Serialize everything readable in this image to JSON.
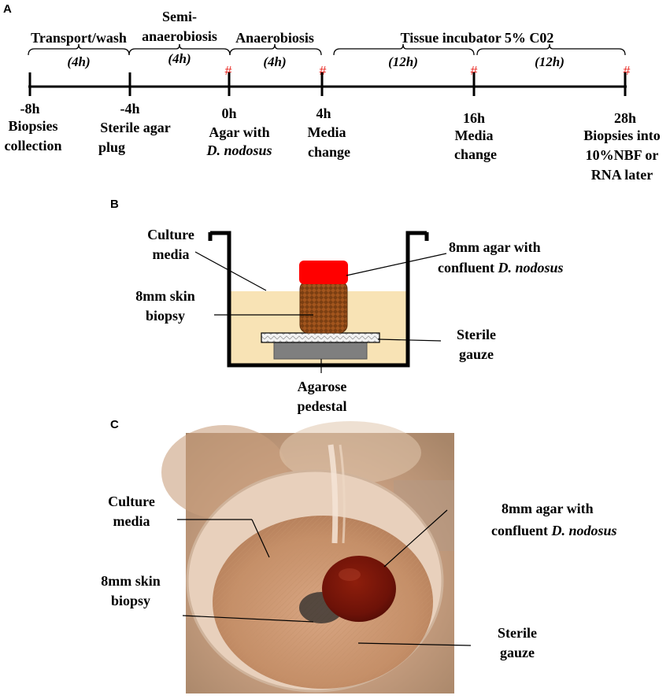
{
  "panels": {
    "a": "A",
    "b": "B",
    "c": "C"
  },
  "timeline": {
    "phases": [
      {
        "name": "Transport/wash",
        "duration": "(4h)"
      },
      {
        "name_line1": "Semi-",
        "name_line2": "anaerobiosis",
        "duration": "(4h)"
      },
      {
        "name": "Anaerobiosis",
        "duration": "(4h)"
      },
      {
        "name": "Tissue incubator 5% C02",
        "duration_1": "(12h)",
        "duration_2": "(12h)"
      }
    ],
    "marker_symbol": "#",
    "events": [
      {
        "time": "-8h",
        "line1": "Biopsies",
        "line2": "collection"
      },
      {
        "time": "-4h",
        "line1": "Sterile agar",
        "line2": "plug"
      },
      {
        "time": "0h",
        "line1": "Agar with",
        "line2_italic": "D. nodosus"
      },
      {
        "time": "4h",
        "line1": "Media",
        "line2": "change"
      },
      {
        "time": "16h",
        "line1": "Media",
        "line2": "change"
      },
      {
        "time": "28h",
        "line1": "Biopsies into",
        "line2": "10%NBF or",
        "line3": "RNA later"
      }
    ]
  },
  "diagram_b": {
    "culture_media": [
      "Culture",
      "media"
    ],
    "skin_biopsy": [
      "8mm skin",
      "biopsy"
    ],
    "agar_top": "8mm agar with",
    "agar_bottom_prefix": "confluent ",
    "agar_bottom_italic": "D. nodosus",
    "gauze": [
      "Sterile",
      "gauze"
    ],
    "pedestal": [
      "Agarose",
      "pedestal"
    ],
    "colors": {
      "media": "#f8e3b5",
      "agar": "#ff0000",
      "biopsy": "#7b3f12",
      "pedestal": "#7f7f7f"
    }
  },
  "photo_c": {
    "culture_media": [
      "Culture",
      "media"
    ],
    "skin_biopsy": [
      "8mm skin",
      "biopsy"
    ],
    "agar_top": "8mm agar with",
    "agar_bottom_prefix": "confluent ",
    "agar_bottom_italic": "D. nodosus",
    "gauze": [
      "Sterile",
      "gauze"
    ]
  }
}
